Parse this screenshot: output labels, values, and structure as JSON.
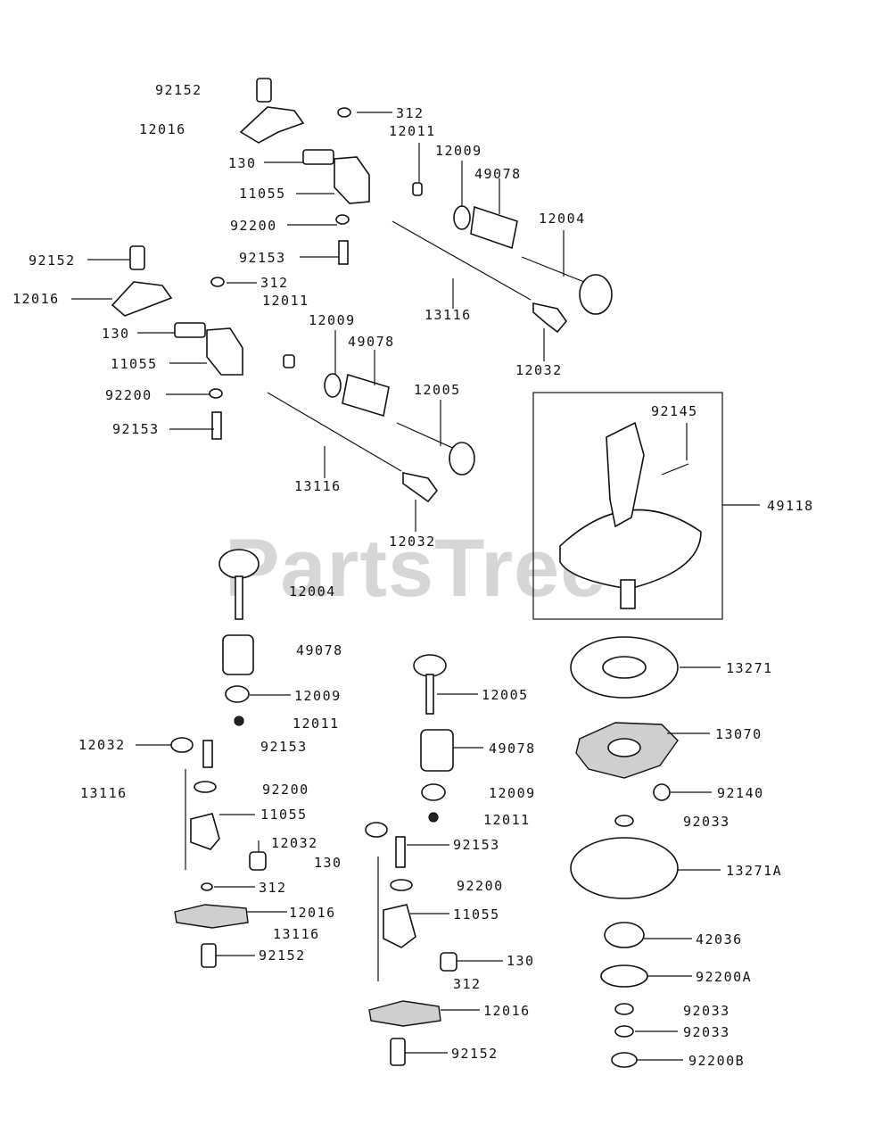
{
  "watermark": "PartsTree",
  "labels": {
    "l01": "92152",
    "l02": "12016",
    "l03": "312",
    "l04": "12011",
    "l05": "130",
    "l06": "12009",
    "l07": "49078",
    "l08": "11055",
    "l09": "12004",
    "l10": "92200",
    "l11": "92153",
    "l12": "92152",
    "l13": "312",
    "l14": "12016",
    "l15": "12011",
    "l16": "13116",
    "l17": "12009",
    "l18": "49078",
    "l19": "130",
    "l20": "12032",
    "l21": "11055",
    "l22": "12005",
    "l23": "92145",
    "l24": "92200",
    "l25": "92153",
    "l26": "49118",
    "l27": "13116",
    "l28": "12032",
    "l29": "12004",
    "l30": "49078",
    "l31": "13271",
    "l32": "12009",
    "l33": "12005",
    "l34": "12011",
    "l35": "13070",
    "l36": "12032",
    "l37": "92153",
    "l38": "49078",
    "l39": "92200",
    "l40": "13116",
    "l41": "12009",
    "l42": "92140",
    "l43": "11055",
    "l44": "12011",
    "l45": "92033",
    "l46": "12032",
    "l47": "92153",
    "l48": "130",
    "l49": "13271A",
    "l50": "312",
    "l51": "92200",
    "l52": "12016",
    "l53": "11055",
    "l54": "13116",
    "l55": "42036",
    "l56": "92152",
    "l57": "130",
    "l58": "312",
    "l59": "92200A",
    "l60": "12016",
    "l61": "92033",
    "l62": "92033",
    "l63": "92152",
    "l64": "92200B"
  }
}
